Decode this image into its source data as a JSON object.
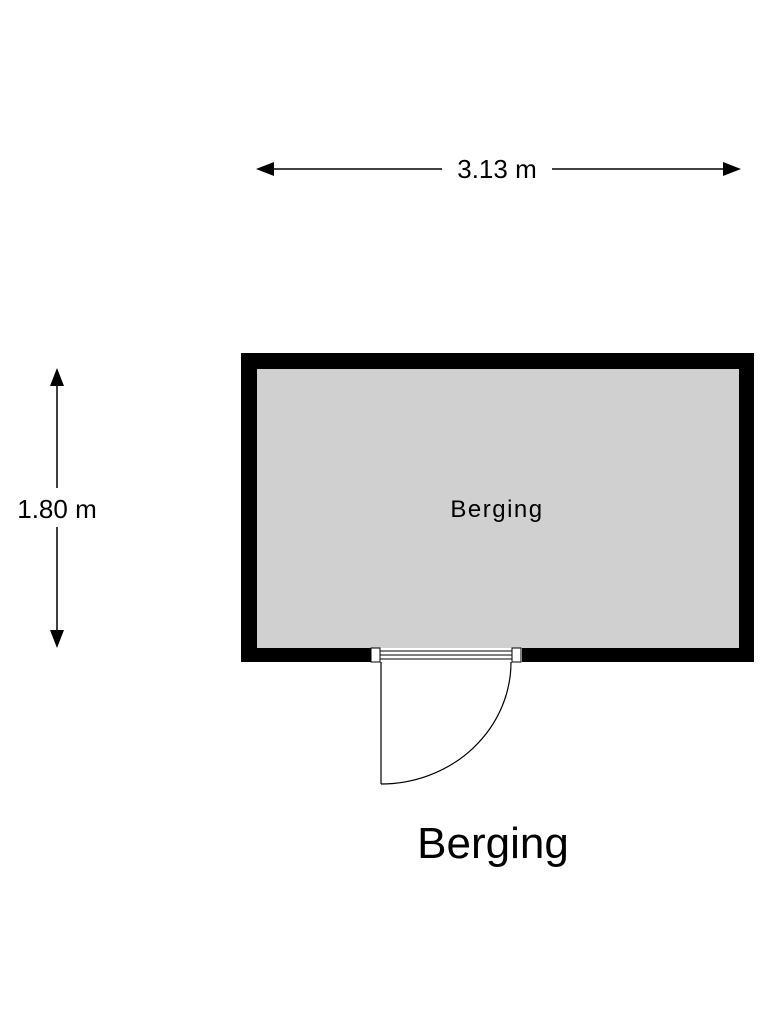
{
  "dimensions": {
    "width_label": "3.13 m",
    "height_label": "1.80 m"
  },
  "room": {
    "name": "Berging",
    "floor_color": "#d0d0d0",
    "wall_color": "#000000"
  },
  "plan": {
    "title": "Berging"
  }
}
